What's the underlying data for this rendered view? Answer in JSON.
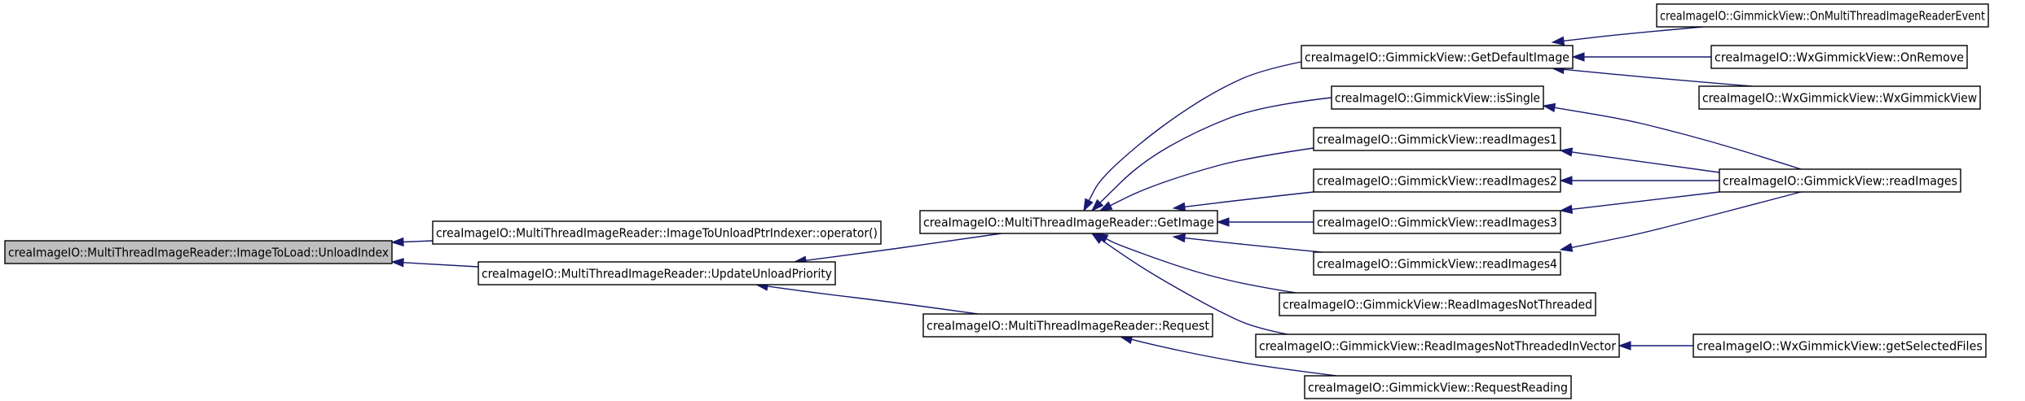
{
  "graph": {
    "colors": {
      "edge": "#191970",
      "root_fill": "#bfbfbf",
      "node_fill": "#ffffff",
      "node_border": "#000000"
    },
    "nodes": [
      {
        "id": "n0",
        "label": "creaImageIO::MultiThreadImageReader::ImageToLoad::UnloadIndex",
        "root": true
      },
      {
        "id": "n1",
        "label": "creaImageIO::MultiThreadImageReader::ImageToUnloadPtrIndexer::operator()"
      },
      {
        "id": "n2",
        "label": "creaImageIO::MultiThreadImageReader::UpdateUnloadPriority"
      },
      {
        "id": "n3",
        "label": "creaImageIO::MultiThreadImageReader::GetImage"
      },
      {
        "id": "n4",
        "label": "creaImageIO::MultiThreadImageReader::Request"
      },
      {
        "id": "n5",
        "label": "creaImageIO::GimmickView::GetDefaultImage"
      },
      {
        "id": "n6",
        "label": "creaImageIO::GimmickView::isSingle"
      },
      {
        "id": "n7",
        "label": "creaImageIO::GimmickView::readImages1"
      },
      {
        "id": "n8",
        "label": "creaImageIO::GimmickView::readImages2"
      },
      {
        "id": "n9",
        "label": "creaImageIO::GimmickView::readImages3"
      },
      {
        "id": "n10",
        "label": "creaImageIO::GimmickView::readImages4"
      },
      {
        "id": "n11",
        "label": "creaImageIO::GimmickView::ReadImagesNotThreaded"
      },
      {
        "id": "n12",
        "label": "creaImageIO::GimmickView::ReadImagesNotThreadedInVector"
      },
      {
        "id": "n13",
        "label": "creaImageIO::GimmickView::RequestReading"
      },
      {
        "id": "n14",
        "label": "creaImageIO::GimmickView::OnMultiThreadImageReaderEvent"
      },
      {
        "id": "n15",
        "label": "creaImageIO::WxGimmickView::OnRemove"
      },
      {
        "id": "n16",
        "label": "creaImageIO::WxGimmickView::WxGimmickView"
      },
      {
        "id": "n17",
        "label": "creaImageIO::GimmickView::readImages"
      },
      {
        "id": "n18",
        "label": "creaImageIO::WxGimmickView::getSelectedFiles"
      }
    ],
    "edges": [
      {
        "from": "n1",
        "to": "n0"
      },
      {
        "from": "n2",
        "to": "n0"
      },
      {
        "from": "n3",
        "to": "n2"
      },
      {
        "from": "n4",
        "to": "n2"
      },
      {
        "from": "n5",
        "to": "n3"
      },
      {
        "from": "n6",
        "to": "n3"
      },
      {
        "from": "n7",
        "to": "n3"
      },
      {
        "from": "n8",
        "to": "n3"
      },
      {
        "from": "n9",
        "to": "n3"
      },
      {
        "from": "n10",
        "to": "n3"
      },
      {
        "from": "n11",
        "to": "n3"
      },
      {
        "from": "n12",
        "to": "n3"
      },
      {
        "from": "n13",
        "to": "n4"
      },
      {
        "from": "n14",
        "to": "n5"
      },
      {
        "from": "n15",
        "to": "n5"
      },
      {
        "from": "n16",
        "to": "n5"
      },
      {
        "from": "n17",
        "to": "n6"
      },
      {
        "from": "n17",
        "to": "n7"
      },
      {
        "from": "n17",
        "to": "n8"
      },
      {
        "from": "n17",
        "to": "n9"
      },
      {
        "from": "n17",
        "to": "n10"
      },
      {
        "from": "n18",
        "to": "n12"
      }
    ]
  }
}
